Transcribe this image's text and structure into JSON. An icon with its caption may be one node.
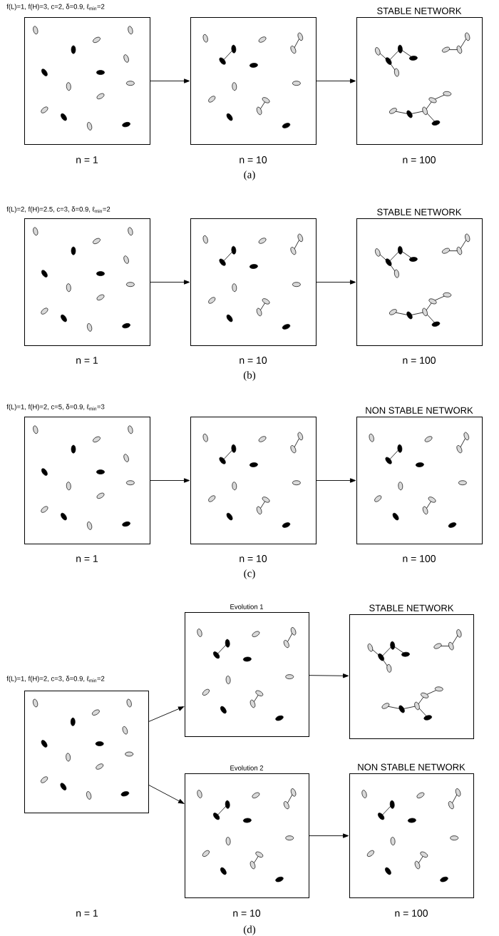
{
  "diagram": {
    "nodes": [
      {
        "text": [],
        "shape": "box",
        "beside": [
          "n = 1"
        ]
      },
      {
        "text": [],
        "shape": "box",
        "beside": [
          "n = 10"
        ]
      },
      {
        "text": [
          "STABLE NETWORK"
        ],
        "beside": [
          "n = 100"
        ]
      },
      {
        "text": [],
        "shape": "box",
        "beside": [
          "n = 1"
        ]
      },
      {
        "text": [],
        "shape": "box",
        "beside": [
          "n = 10"
        ]
      },
      {
        "text": [
          "STABLE NETWORK"
        ],
        "beside": [
          "n = 100"
        ]
      },
      {
        "text": [],
        "shape": "box",
        "beside": [
          "n = 1"
        ]
      },
      {
        "text": [],
        "shape": "box",
        "beside": [
          "n = 10"
        ]
      },
      {
        "text": [
          "NON STABLE NETWORK"
        ],
        "beside": [
          "n = 100"
        ]
      },
      {
        "text": [],
        "shape": "box"
      },
      {
        "text": [
          "Evolution 1"
        ]
      },
      {
        "text": [
          "STABLE NETWORK"
        ]
      },
      {
        "text": [
          "Evolution 2"
        ],
        "beside": [
          "n = 10"
        ]
      },
      {
        "text": [
          "NON STABLE NETWORK"
        ],
        "beside": [
          "n = 100"
        ]
      }
    ],
    "edges": [
      {
        "from": 0,
        "to": 1,
        "arrow": "to"
      },
      {
        "from": 1,
        "to": 2,
        "arrow": "to"
      },
      {
        "from": 3,
        "to": 4,
        "arrow": "to"
      },
      {
        "from": 4,
        "to": 5,
        "arrow": "to"
      },
      {
        "from": 6,
        "to": 7,
        "arrow": "to"
      },
      {
        "from": 7,
        "to": 8,
        "arrow": "to"
      },
      {
        "from": 9,
        "to": 10,
        "arrow": "to"
      },
      {
        "from": 9,
        "to": 12,
        "arrow": "to"
      },
      {
        "from": 10,
        "to": 11,
        "arrow": "to"
      },
      {
        "from": 12,
        "to": 13,
        "arrow": "to"
      }
    ],
    "labels": [
      "f(L)=1, f(H)=3, c=2, δ=0.9, ℓ$_{min}$=2",
      "(a)",
      "f(L)=2, f(H)=2.5, c=3, δ=0.9, ℓ$_{min}$=2",
      "(b)",
      "f(L)=1, f(H)=2, c=5, δ=0.9, ℓ$_{min}$=3",
      "(c)",
      "f(L)=1, f(H)=2, c=3, δ=0.9, ℓ$_{min}$=2",
      "n = 1",
      "(d)"
    ]
  }
}
